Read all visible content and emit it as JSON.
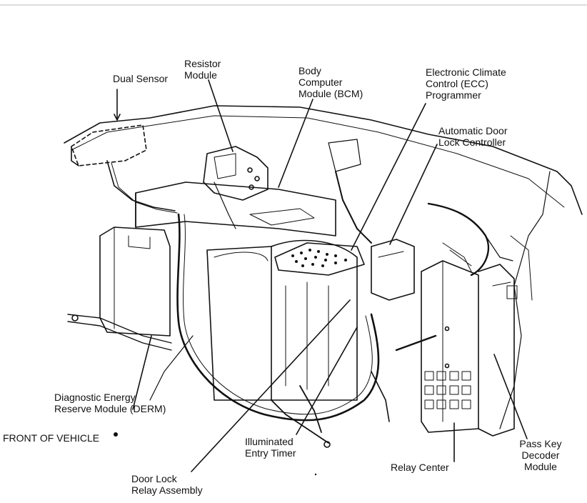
{
  "labels": {
    "dual_sensor": [
      "Dual Sensor"
    ],
    "resistor_module": [
      "Resistor",
      "Module"
    ],
    "bcm": [
      "Body",
      "Computer",
      "Module (BCM)"
    ],
    "ecc": [
      "Electronic Climate",
      "Control (ECC)",
      "Programmer"
    ],
    "door_lock_controller": [
      "Automatic Door",
      "Lock Controller"
    ],
    "derm": [
      "Diagnostic Energy",
      "Reserve Module (DERM)"
    ],
    "front": [
      "FRONT OF VEHICLE"
    ],
    "entry_timer": [
      "Illuminated",
      "Entry Timer"
    ],
    "door_lock_relay": [
      "Door Lock",
      "Relay Assembly"
    ],
    "relay_center": [
      "Relay Center"
    ],
    "pass_key": [
      "Pass Key",
      "Decoder",
      "Module"
    ]
  }
}
